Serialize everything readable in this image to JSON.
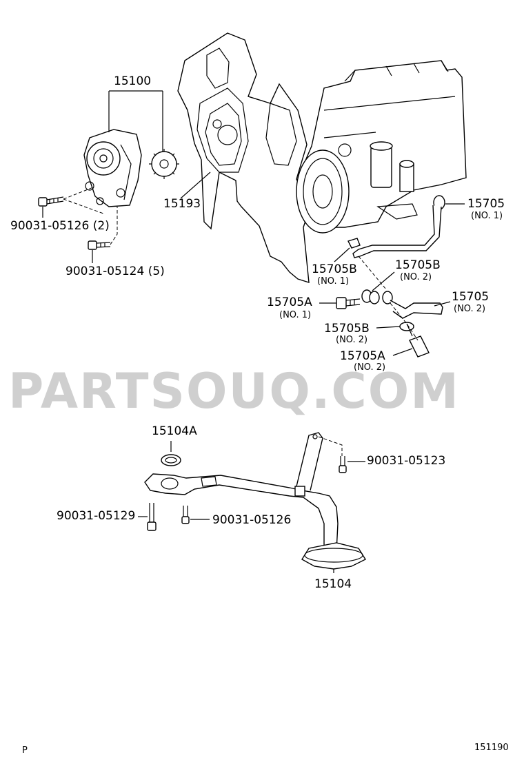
{
  "watermark": "PARTSOUQ.COM",
  "corner_left": "P",
  "corner_right": "151190",
  "labels": {
    "p15100": "15100",
    "p15193": "15193",
    "b90031_05126_2": "90031-05126 (2)",
    "b90031_05124_5": "90031-05124 (5)",
    "p15705_no1": "15705",
    "p15705_no1_sub": "(NO. 1)",
    "p15705b_no1": "15705B",
    "p15705b_no1_sub": "(NO. 1)",
    "p15705b_no2_top": "15705B",
    "p15705b_no2_top_sub": "(NO. 2)",
    "p15705a_no1": "15705A",
    "p15705a_no1_sub": "(NO. 1)",
    "p15705_no2": "15705",
    "p15705_no2_sub": "(NO. 2)",
    "p15705b_no2_bottom": "15705B",
    "p15705b_no2_bottom_sub": "(NO. 2)",
    "p15705a_no2": "15705A",
    "p15705a_no2_sub": "(NO. 2)",
    "p15104a": "15104A",
    "b90031_05123": "90031-05123",
    "b90031_05129": "90031-05129",
    "b90031_05126": "90031-05126",
    "p15104": "15104"
  }
}
